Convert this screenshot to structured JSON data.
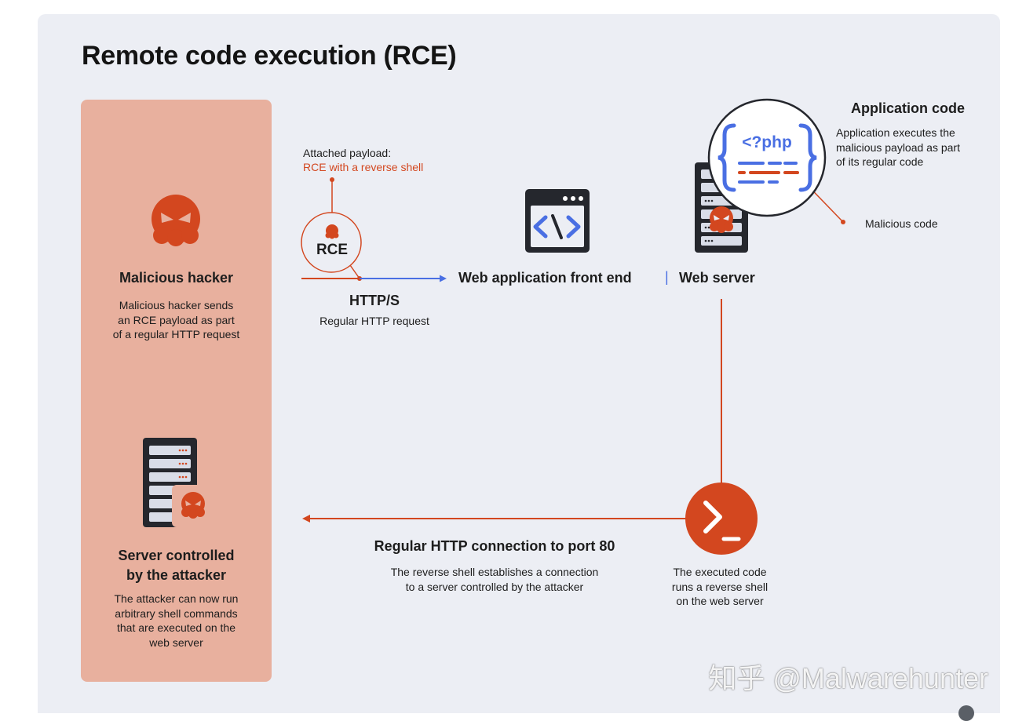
{
  "title": "Remote code execution (RCE)",
  "hacker": {
    "heading": "Malicious hacker",
    "description_lines": [
      "Malicious hacker sends",
      "an RCE payload as part",
      "of a regular HTTP request"
    ]
  },
  "attacker_server": {
    "heading_lines": [
      "Server controlled",
      "by the attacker"
    ],
    "description_lines": [
      "The attacker can now run",
      "arbitrary shell commands",
      "that are executed on the",
      "web server"
    ]
  },
  "payload": {
    "label": "Attached payload:",
    "value": "RCE with a reverse shell",
    "badge": "RCE"
  },
  "request": {
    "protocol": "HTTP/S",
    "caption": "Regular HTTP request"
  },
  "front_end": {
    "label": "Web application front end",
    "separator": "|"
  },
  "web_server": {
    "label": "Web server"
  },
  "app_code": {
    "heading": "Application code",
    "description_lines": [
      "Application executes the",
      "malicious payload as part",
      "of its regular code"
    ],
    "code_text": "<?php",
    "malicious_label": "Malicious code"
  },
  "reverse_shell": {
    "description_lines": [
      "The executed code",
      "runs a reverse shell",
      "on the web server"
    ]
  },
  "connection": {
    "heading": "Regular HTTP connection to port 80",
    "description_lines": [
      "The reverse shell establishes a connection",
      "to a server controlled by the attacker"
    ]
  },
  "watermark": "知乎 @Malwarehunter",
  "colors": {
    "accent_orange": "#d3471f",
    "accent_blue": "#4a6fe3",
    "panel_bg": "#e8b09e",
    "card_bg": "#eceef4",
    "dark": "#25272d"
  }
}
